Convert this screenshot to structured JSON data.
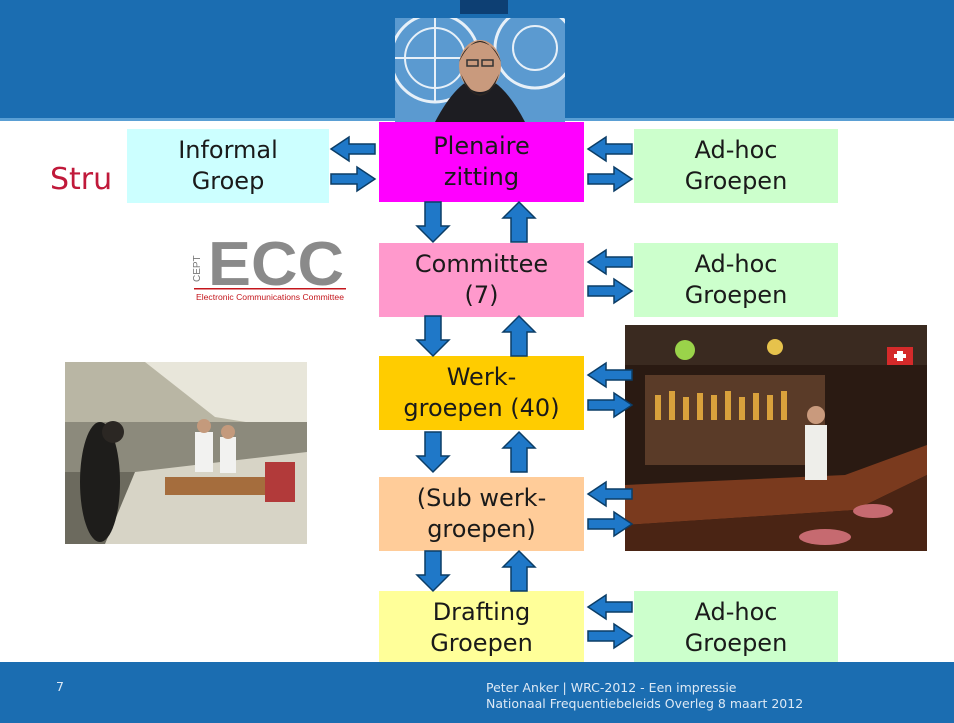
{
  "slide": {
    "title": "Stru",
    "page_number": "7",
    "footer_line1": "Peter Anker | WRC-2012 - Een impressie",
    "footer_line2": "Nationaal Frequentiebeleids Overleg  8 maart 2012"
  },
  "logo": {
    "cept": "CEPT",
    "ecc": "ECC",
    "subtitle": "Electronic Communications Committee"
  },
  "boxes": {
    "informal": {
      "line1": "Informal",
      "line2": "Groep",
      "color": "#ccffff"
    },
    "plenary": {
      "line1": "Plenaire",
      "line2": "zitting",
      "color": "#ff00ff"
    },
    "adhoc_top": {
      "line1": "Ad-hoc",
      "line2": "Groepen",
      "color": "#ccffcc"
    },
    "committee": {
      "line1": "Committee",
      "line2": "(7)",
      "color": "#ff99cc"
    },
    "adhoc_mid": {
      "line1": "Ad-hoc",
      "line2": "Groepen",
      "color": "#ccffcc"
    },
    "werk": {
      "line1": "Werk-",
      "line2": "groepen (40)",
      "color": "#ffcc00"
    },
    "subwerk": {
      "line1": "(Sub werk-",
      "line2": "groepen)",
      "color": "#ffcc99"
    },
    "drafting": {
      "line1": "Drafting",
      "line2": "Groepen",
      "color": "#ffff99"
    },
    "adhoc_bottom": {
      "line1": "Ad-hoc",
      "line2": "Groepen",
      "color": "#ccffcc"
    }
  },
  "colors": {
    "band": "#1b6db1",
    "arrow_fill": "#1f78c8",
    "arrow_stroke": "#0b3d66",
    "title": "#c0193a"
  }
}
